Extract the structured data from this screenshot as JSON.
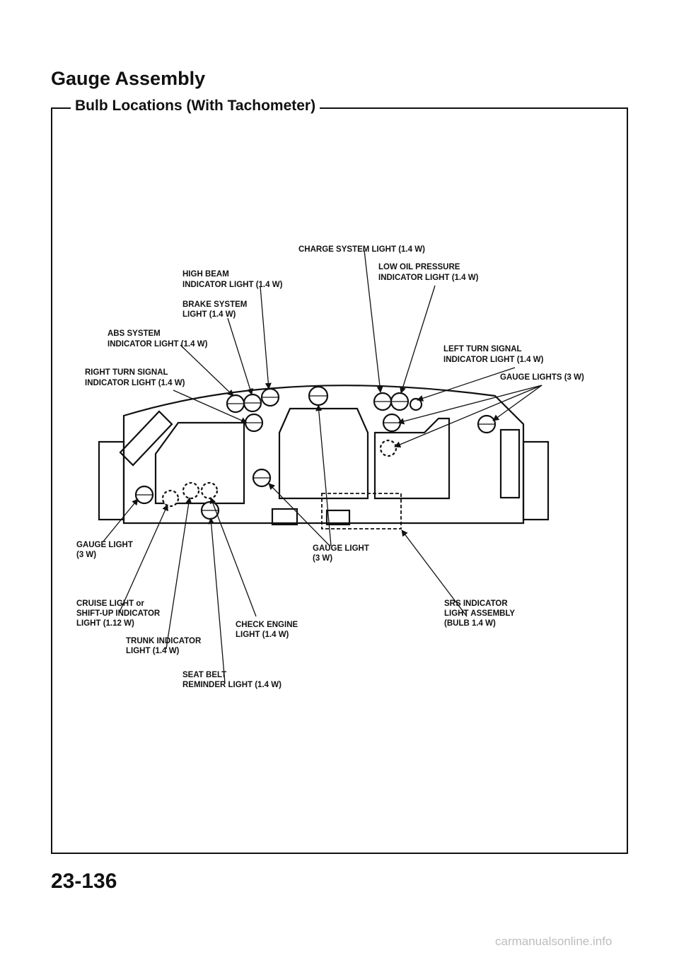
{
  "page": {
    "title": "Gauge Assembly",
    "subtitle": "Bulb Locations (With Tachometer)",
    "page_number": "23-136",
    "watermark": "carmanualsonline.info"
  },
  "callouts": {
    "charge_system": [
      "CHARGE SYSTEM LIGHT (1.4 W)"
    ],
    "high_beam": [
      "HIGH BEAM",
      "INDICATOR LIGHT (1.4 W)"
    ],
    "low_oil": [
      "LOW OIL PRESSURE",
      "INDICATOR LIGHT (1.4 W)"
    ],
    "brake_system": [
      "BRAKE SYSTEM",
      "LIGHT (1.4 W)"
    ],
    "abs_system": [
      "ABS SYSTEM",
      "INDICATOR LIGHT (1.4 W)"
    ],
    "left_turn": [
      "LEFT TURN SIGNAL",
      "INDICATOR LIGHT (1.4 W)"
    ],
    "right_turn": [
      "RIGHT TURN SIGNAL",
      "INDICATOR LIGHT (1.4 W)"
    ],
    "gauge_lights": [
      "GAUGE LIGHTS (3 W)"
    ],
    "gauge_light_left": [
      "GAUGE LIGHT",
      "(3 W)"
    ],
    "gauge_light_center": [
      "GAUGE LIGHT",
      "(3 W)"
    ],
    "cruise": [
      "CRUISE LIGHT or",
      "SHIFT-UP INDICATOR",
      "LIGHT (1.12 W)"
    ],
    "check_engine": [
      "CHECK ENGINE",
      "LIGHT (1.4 W)"
    ],
    "srs": [
      "SRS INDICATOR",
      "LIGHT ASSEMBLY",
      "(BULB 1.4 W)"
    ],
    "trunk": [
      "TRUNK INDICATOR",
      "LIGHT (1.4 W)"
    ],
    "seat_belt": [
      "SEAT BELT",
      "REMINDER LIGHT (1.4 W)"
    ]
  }
}
